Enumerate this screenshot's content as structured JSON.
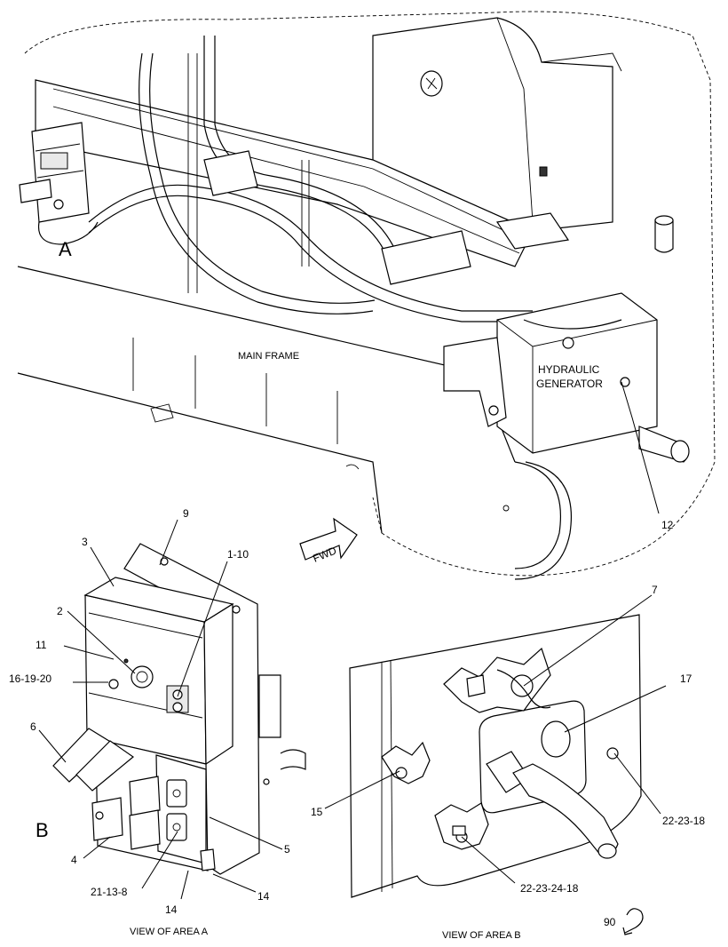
{
  "labels": {
    "area_a_marker": "A",
    "area_b_marker": "B",
    "main_frame": "MAIN FRAME",
    "hydraulic_line1": "HYDRAULIC",
    "hydraulic_line2": "GENERATOR",
    "fwd": "FWD",
    "view_a": "VIEW OF AREA  A",
    "view_b": "VIEW OF AREA  B",
    "page_ref": "90"
  },
  "callouts": {
    "c12": "12",
    "c9": "9",
    "c3": "3",
    "c1_10": "1-10",
    "c2": "2",
    "c11": "11",
    "c16_19_20": "16-19-20",
    "c6": "6",
    "c4": "4",
    "c21_13_8": "21-13-8",
    "c14a": "14",
    "c14b": "14",
    "c5": "5",
    "c7": "7",
    "c17": "17",
    "c15": "15",
    "c22_23_18": "22-23-18",
    "c22_23_24_18": "22-23-24-18"
  }
}
